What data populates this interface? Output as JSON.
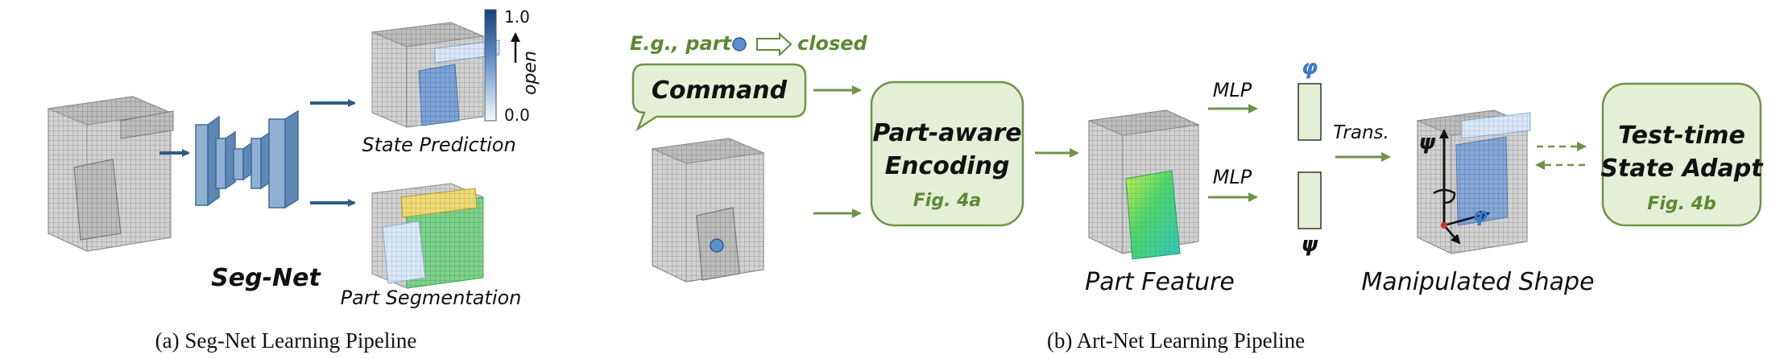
{
  "seg_net": {
    "state_prediction": "State Prediction",
    "colorbar_max": "1.0",
    "colorbar_min": "0.0",
    "colorbar_label": "open",
    "part_segmentation": "Part Segmentation",
    "network_name": "Seg-Net",
    "caption": "(a) Seg-Net Learning Pipeline"
  },
  "art_net": {
    "example_prefix": "E.g., part",
    "example_suffix": "closed",
    "command": "Command",
    "encoding_line1": "Part-aware",
    "encoding_line2": "Encoding",
    "encoding_ref": "Fig. 4a",
    "mlp_top": "MLP",
    "mlp_bottom": "MLP",
    "phi": "φ",
    "psi": "ψ",
    "trans": "Trans.",
    "part_feature": "Part Feature",
    "manipulated_shape": "Manipulated Shape",
    "axis_psi": "ψ",
    "axis_phi": "φ",
    "adapt_line1": "Test-time",
    "adapt_line2": "State Adapt",
    "adapt_ref": "Fig. 4b",
    "caption": "(b) Art-Net Learning Pipeline"
  },
  "colors": {
    "green_box_fill": "#e4efd6",
    "green_box_stroke": "#6f9447",
    "green_text": "#5b8a32",
    "arrow_blue": "#2f5d88",
    "net_blue": "#6f95bd",
    "accent_blue": "#3c78c8"
  }
}
